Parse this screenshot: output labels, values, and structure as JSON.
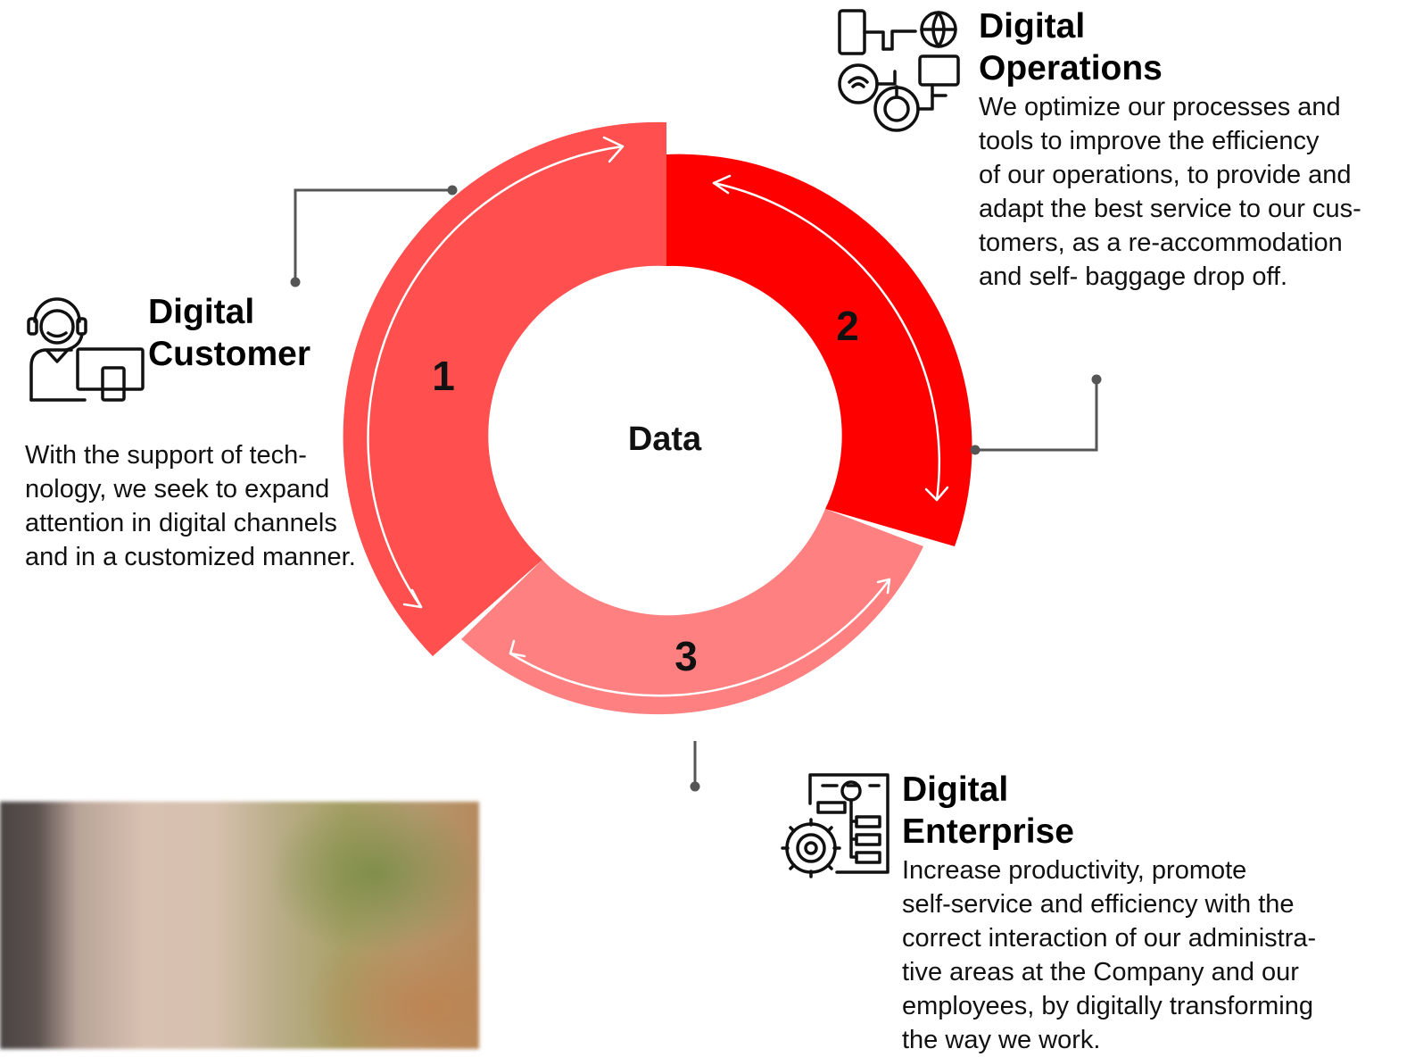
{
  "center": {
    "label": "Data"
  },
  "segments": [
    {
      "number": "1",
      "title_line1": "Digital",
      "title_line2": "Customer",
      "description": [
        "With the support of tech-",
        "nology, we seek to expand",
        "attention in digital channels",
        "and in a customized manner."
      ]
    },
    {
      "number": "2",
      "title_line1": "Digital",
      "title_line2": "Operations",
      "description": [
        "We optimize our processes and",
        "tools to improve the efficiency",
        "of our operations, to provide and",
        "adapt the best service to our cus-",
        "tomers, as a re-accommodation",
        "and self- baggage drop off."
      ]
    },
    {
      "number": "3",
      "title_line1": "Digital",
      "title_line2": "Enterprise",
      "description": [
        "Increase productivity, promote",
        "self-service and efficiency with the",
        "correct interaction of our administra-",
        "tive areas at the Company and our",
        "employees, by digitally transforming",
        "the way we work."
      ]
    }
  ],
  "colors": {
    "segment1": "#ff4f4f",
    "segment2": "#ff0000",
    "segment3": "#ff8080",
    "connector": "#555555",
    "arrow": "#ffffff"
  },
  "icons": {
    "customer": "call-center-agent-icon",
    "operations": "devices-network-icon",
    "enterprise": "gear-flowchart-icon"
  }
}
